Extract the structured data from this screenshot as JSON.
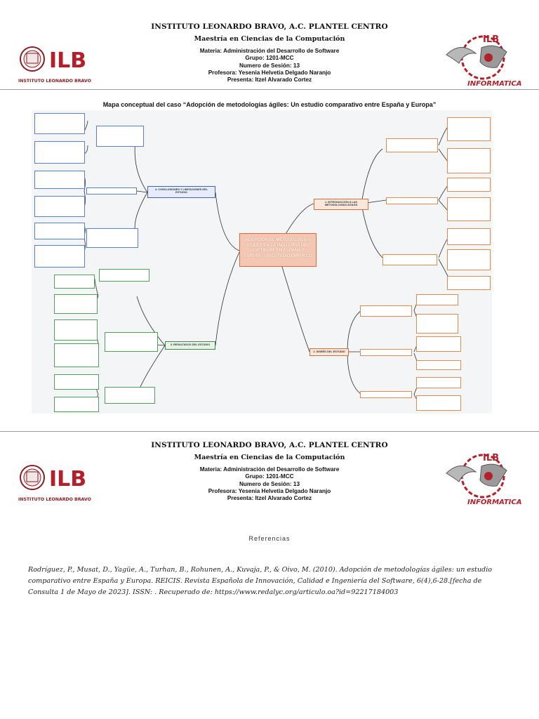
{
  "header": {
    "institution": "INSTITUTO LEONARDO BRAVO, A.C. PLANTEL CENTRO",
    "program": "Maestría en Ciencias de la Computación",
    "subject": "Materia: Administración del Desarrollo de Software",
    "group": "Grupo: 1201-MCC",
    "session": "Numero de Sesión: 13",
    "teacher": "Profesora: Yesenia Helvetia Delgado Naranjo",
    "presenter": "Presenta: Itzel Alvarado Cortez",
    "logo_left": {
      "text": "ILB",
      "caption": "INSTITUTO LEONARDO BRAVO",
      "color": "#b3202a"
    },
    "logo_right": {
      "text": "ILB",
      "caption": "INFORMÁTICA",
      "color": "#b3202a"
    }
  },
  "map": {
    "title": "Mapa conceptual del caso “Adopción de metodologías ágiles:  Un estudio comparativo entre España y Europa”",
    "central": "ADOPCIÓN DE METODOLOGÍAS ÁGILES EN LA INDUSTRIA DEL SOFTWARE EN ESPAÑA Y EUROPA: UN ESTUDIO EMPÍRICO",
    "branches": {
      "b1": "1. INTRODUCCIÓN A LAS METODOLOGÍAS ÁGILES",
      "b2": "2. DISEÑO DEL ESTUDIO",
      "b3": "3. RESULTADOS DEL ESTUDIO",
      "b4": "4. CONCLUSIONES Y LIMITACIONES DEL ESTUDIO"
    },
    "colors": {
      "blue": "#5a7fd1",
      "green": "#4f9f5a",
      "orange": "#e28a4f",
      "central": "#e26a3d"
    }
  },
  "references": {
    "title": "Referencias",
    "citation": "Rodríguez, P., Musat, D., Yagüe, A., Turhan, B., Rohunen, A., Kuvaja, P., & Oivo, M.  (2010). Adopción de metodologías ágiles: un estudio comparativo entre España y Europa. REICIS. Revista Española de Innovación, Calidad e Ingeniería del Software, 6(4),6-28.[fecha de Consulta 1 de Mayo de 2023]. ISSN: . Recuperado de:   https://www.redalyc.org/articulo.oa?id=92217184003"
  }
}
